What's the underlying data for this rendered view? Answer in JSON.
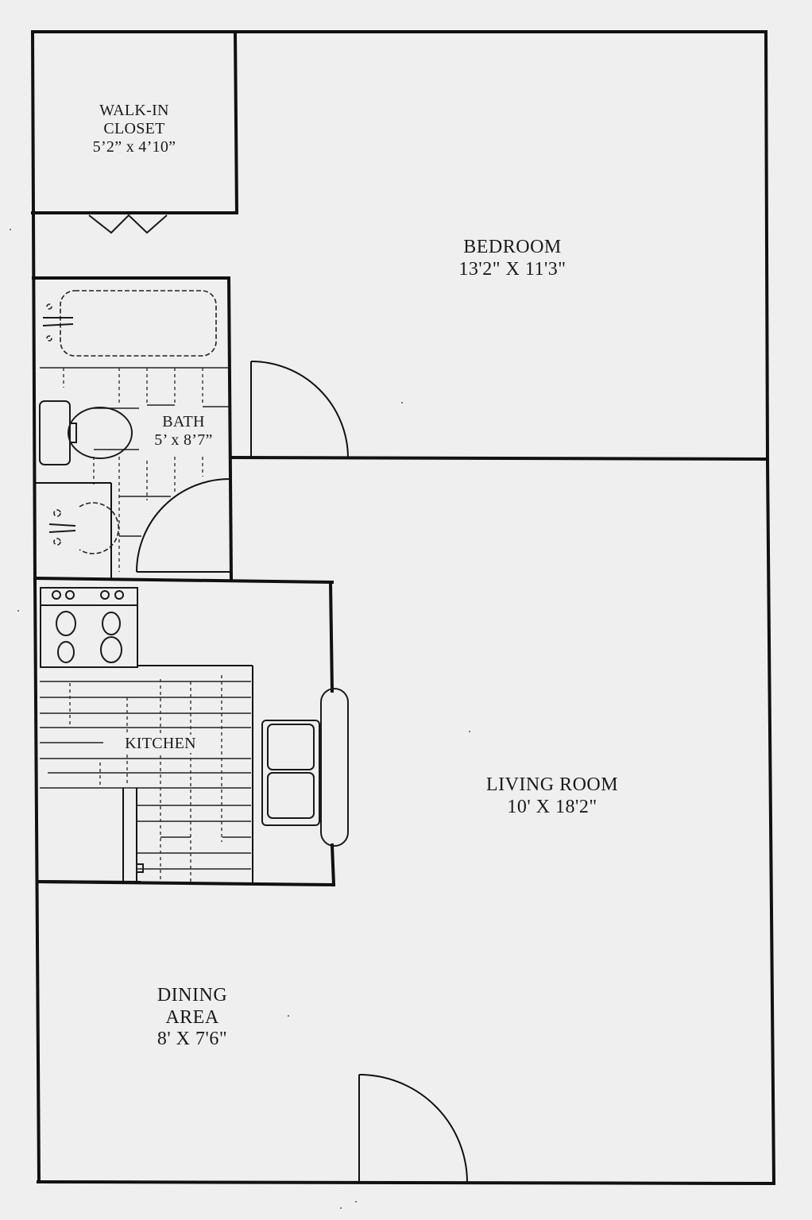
{
  "plan": {
    "background_color": "#efefef",
    "line_color": "#111111",
    "rooms": [
      {
        "id": "walk-in-closet",
        "name_lines": [
          "WALK-IN",
          "CLOSET"
        ],
        "dimensions": "5’2” x 4’10”"
      },
      {
        "id": "bedroom",
        "name_lines": [
          "BEDROOM"
        ],
        "dimensions": "13'2\" X 11'3\""
      },
      {
        "id": "bath",
        "name_lines": [
          "BATH"
        ],
        "dimensions": "5’ x 8’7”"
      },
      {
        "id": "kitchen",
        "name_lines": [
          "KITCHEN"
        ],
        "dimensions": ""
      },
      {
        "id": "living-room",
        "name_lines": [
          "LIVING ROOM"
        ],
        "dimensions": "10' X 18'2\""
      },
      {
        "id": "dining-area",
        "name_lines": [
          "DINING",
          "AREA"
        ],
        "dimensions": "8' X 7'6\""
      }
    ],
    "fixtures": [
      "bifold-closet-doors",
      "bathtub",
      "toilet",
      "bathroom-sink",
      "stove",
      "double-kitchen-sink",
      "bedroom-door",
      "bathroom-door",
      "entry-door"
    ]
  }
}
